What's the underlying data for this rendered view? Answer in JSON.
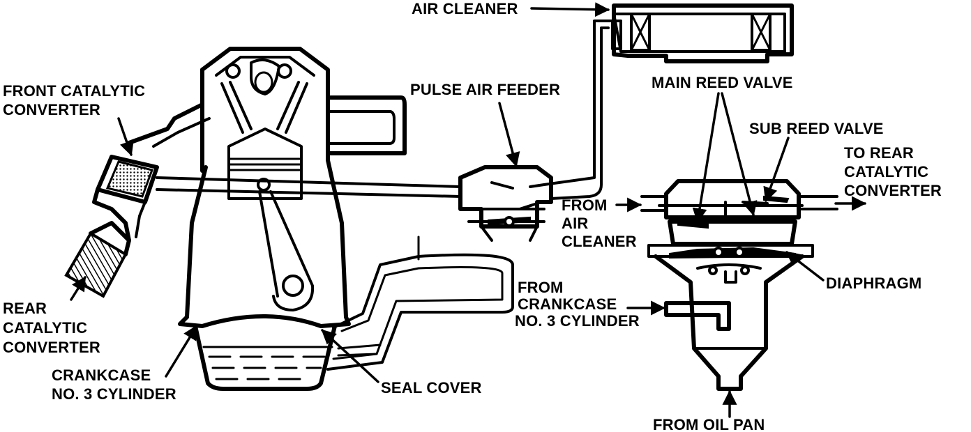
{
  "diagram": {
    "labels": {
      "air_cleaner": "AIR CLEANER",
      "front_cat_1": "FRONT CATALYTIC",
      "front_cat_2": "CONVERTER",
      "pulse_air_feeder": "PULSE AIR FEEDER",
      "main_reed_valve": "MAIN REED VALVE",
      "sub_reed_valve": "SUB REED VALVE",
      "to_rear_1": "TO REAR",
      "to_rear_2": "CATALYTIC",
      "to_rear_3": "CONVERTER",
      "from_air_1": "FROM",
      "from_air_2": "AIR",
      "from_air_3": "CLEANER",
      "diaphragm": "DIAPHRAGM",
      "from_crank_1": "FROM",
      "from_crank_2": "CRANKCASE",
      "from_crank_3": "NO. 3 CYLINDER",
      "rear_cat_1": "REAR",
      "rear_cat_2": "CATALYTIC",
      "rear_cat_3": "CONVERTER",
      "crankcase_1": "CRANKCASE",
      "crankcase_2": "NO. 3 CYLINDER",
      "seal_cover": "SEAL COVER",
      "from_oil_pan": "FROM OIL PAN"
    }
  }
}
